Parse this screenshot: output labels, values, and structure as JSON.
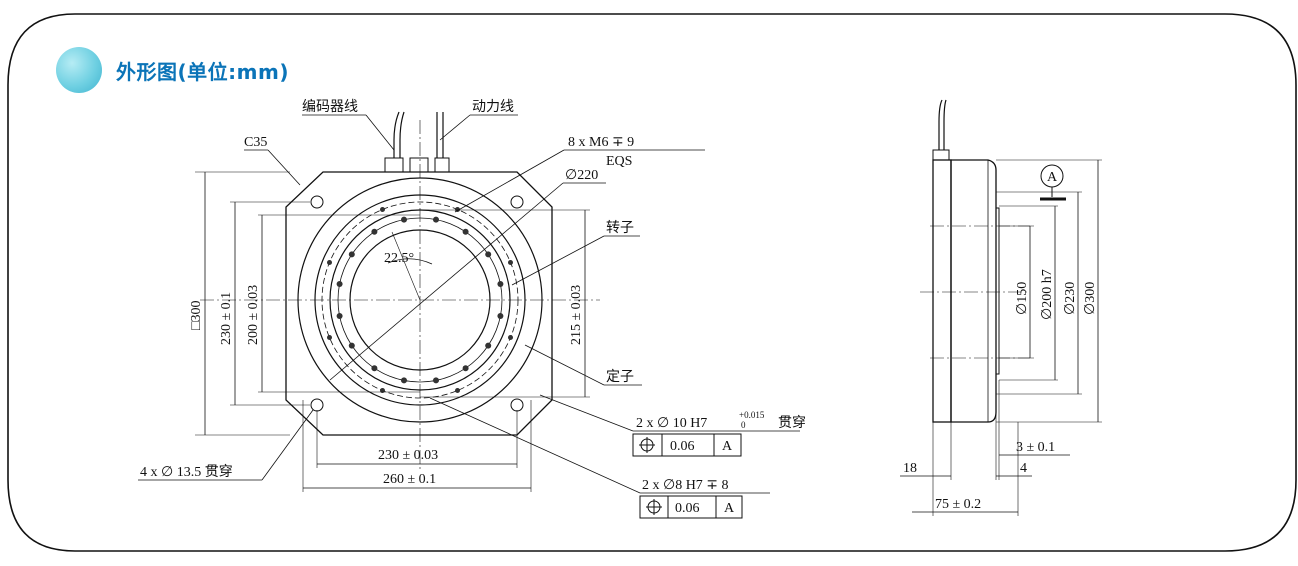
{
  "header": {
    "title": "外形图(单位:mm)"
  },
  "front_view": {
    "cables": {
      "encoder": "编码器线",
      "power": "动力线"
    },
    "chamfer": "C35",
    "threaded_holes": {
      "line1": "8 x  M6 ∓ 9",
      "line2": "EQS"
    },
    "phi220": "∅220",
    "rotor": "转子",
    "stator": "定子",
    "angle": "22.5°",
    "square_300": "□300",
    "dim_230_v": "230 ± 0.1",
    "dim_200_v": "200 ± 0.03",
    "dim_215_v": "215 ± 0.03",
    "dim_230_h": "230 ± 0.03",
    "dim_260_h": "260 ± 0.1",
    "mount_holes": "4 x ∅ 13.5 贯穿",
    "pin_hole_1": {
      "label": "2 x ∅ 10 H7",
      "tol_upper": "+0.015",
      "tol_lower": "0",
      "suffix": "贯穿",
      "fcf_value": "0.06",
      "fcf_datum": "A"
    },
    "pin_hole_2": {
      "label": "2 x ∅8 H7 ∓ 8",
      "fcf_value": "0.06",
      "fcf_datum": "A"
    }
  },
  "side_view": {
    "datum": "A",
    "phi150": "∅150",
    "phi200": "∅200 h7",
    "phi230": "∅230",
    "phi300": "∅300",
    "dim_3": "3 ± 0.1",
    "dim_18": "18",
    "dim_4": "4",
    "dim_75": "75 ± 0.2"
  }
}
